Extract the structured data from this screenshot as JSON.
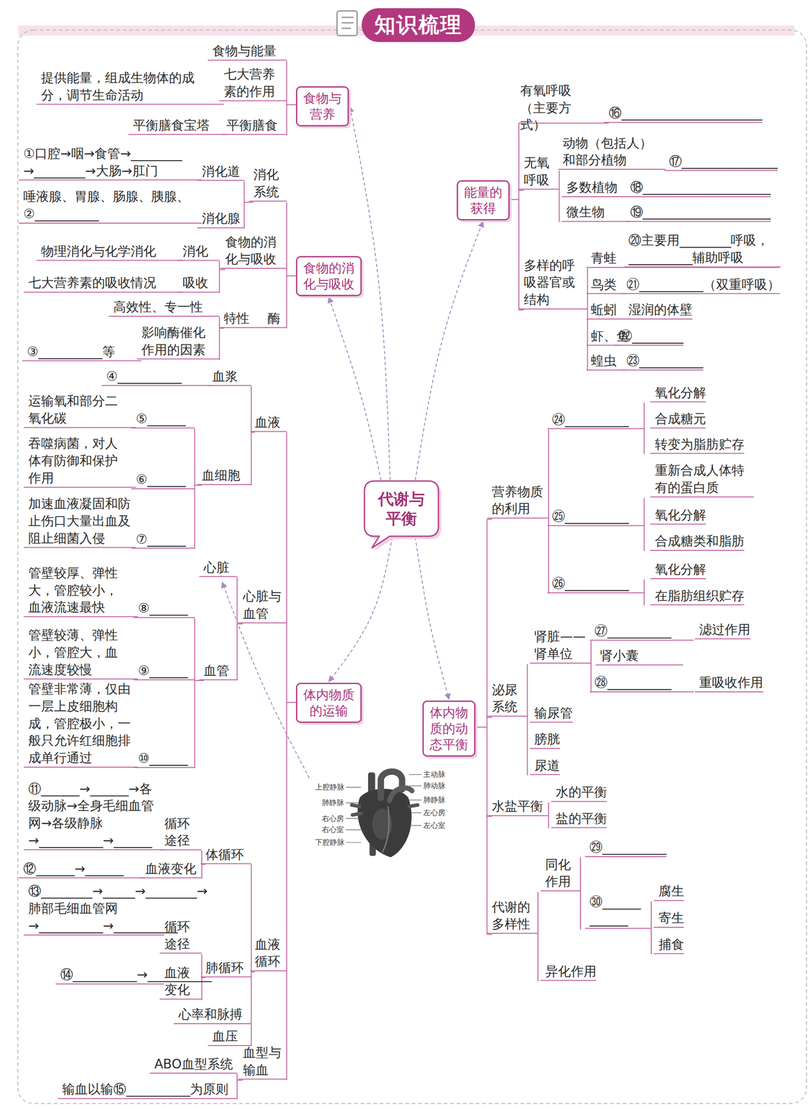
{
  "diagram": {
    "title": "知识梳理",
    "nodes": [
      {
        "text": [
          "食物与营养"
        ]
      },
      {
        "text": [
          "食物的消化与吸收"
        ]
      },
      {
        "text": [
          "体内物质的运输"
        ]
      },
      {
        "text": [
          "代谢与平衡"
        ]
      },
      {
        "text": [
          "能量的获得"
        ]
      },
      {
        "text": [
          "体内物质的动态平衡"
        ]
      }
    ],
    "edges": [
      {
        "from": 3,
        "to": 0,
        "arrow": "to"
      },
      {
        "from": 3,
        "to": 1,
        "arrow": "to"
      },
      {
        "from": 3,
        "to": 2,
        "arrow": "to"
      },
      {
        "from": 3,
        "to": 4,
        "arrow": "to"
      },
      {
        "from": 3,
        "to": 5,
        "arrow": "to"
      }
    ],
    "labels": [
      "食物与能量",
      "提供能量，组成生物体的成分，调节生命活动",
      "七大营养素的作用",
      "平衡膳食宝塔",
      "平衡膳食",
      "①口腔→咽→食管→________ →________→大肠→肛门",
      "消化道",
      "消化系统",
      "唾液腺、胃腺、肠腺、胰腺、②__________",
      "消化腺",
      "物理消化与化学消化",
      "消化",
      "食物的消化与吸收",
      "七大营养素的吸收情况",
      "吸收",
      "高效性、专一性",
      "特性",
      "酶",
      "影响酶催化作用的因素",
      "③__________等",
      "④__________",
      "血浆",
      "血液",
      "运输氧和部分二氧化碳",
      "⑤______",
      "吞噬病菌，对人体有防御和保护作用",
      "⑥______",
      "血细胞",
      "加速血液凝固和防止伤口大量出血及阻止细菌入侵",
      "⑦______",
      "心脏",
      "心脏与血管",
      "管壁较厚、弹性大，管腔较小，血液流速最快",
      "⑧______",
      "管壁较薄、弹性小，管腔大，血流速度较慢",
      "⑨______",
      "血管",
      "管壁非常薄，仅由一层上皮细胞构成，管腔极小，一般只允许红细胞排成单行通过",
      "⑩______",
      "⑪______→______→各级动脉→全身毛细血管网→各级静脉→__________→______",
      "循环途径",
      "体循环",
      "⑫______→______",
      "血液变化",
      "⑬________→_____→________→肺部毛细血管网→__________→__________",
      "循环途径",
      "血液循环",
      "⑭__________→__________",
      "血液变化",
      "肺循环",
      "心率和脉搏",
      "血压",
      "血型与输血",
      "ABO血型系统",
      "输血以输⑮__________为原则",
      "有氧呼吸（主要方式）",
      "⑯______________________",
      "无氧呼吸",
      "动物（包括人）和部分植物",
      "⑰_______________",
      "多数植物",
      "⑱____________________",
      "微生物",
      "⑲____________________",
      "多样的呼吸器官或结构",
      "⑳主要用________呼吸，__________辅助呼吸",
      "青蛙",
      "鸟类",
      "㉑__________（双重呼吸）",
      "蚯蚓",
      "湿润的体壁",
      "虾、鱼",
      "㉒________",
      "蝗虫",
      "㉓__________",
      "营养物质的利用",
      "㉔__________",
      "氧化分解",
      "合成糖元",
      "转变为脂肪贮存",
      "㉕__________",
      "重新合成人体特有的蛋白质",
      "氧化分解",
      "合成糖类和脂肪",
      "㉖__________",
      "氧化分解",
      "在脂肪组织贮存",
      "泌尿系统",
      "肾脏——肾单位",
      "㉗__________",
      "滤过作用",
      "肾小囊",
      "㉘__________",
      "重吸收作用",
      "输尿管",
      "膀胱",
      "尿道",
      "水盐平衡",
      "水的平衡",
      "盐的平衡",
      "代谢的多样性",
      "同化作用",
      "㉙__________",
      "㉚______ ______",
      "腐生",
      "寄生",
      "捕食",
      "异化作用",
      "上腔静脉",
      "肺静脉",
      "右心房",
      "右心室",
      "下腔静脉",
      "主动脉",
      "肺动脉",
      "肺静脉",
      "左心房",
      "左心室"
    ]
  }
}
